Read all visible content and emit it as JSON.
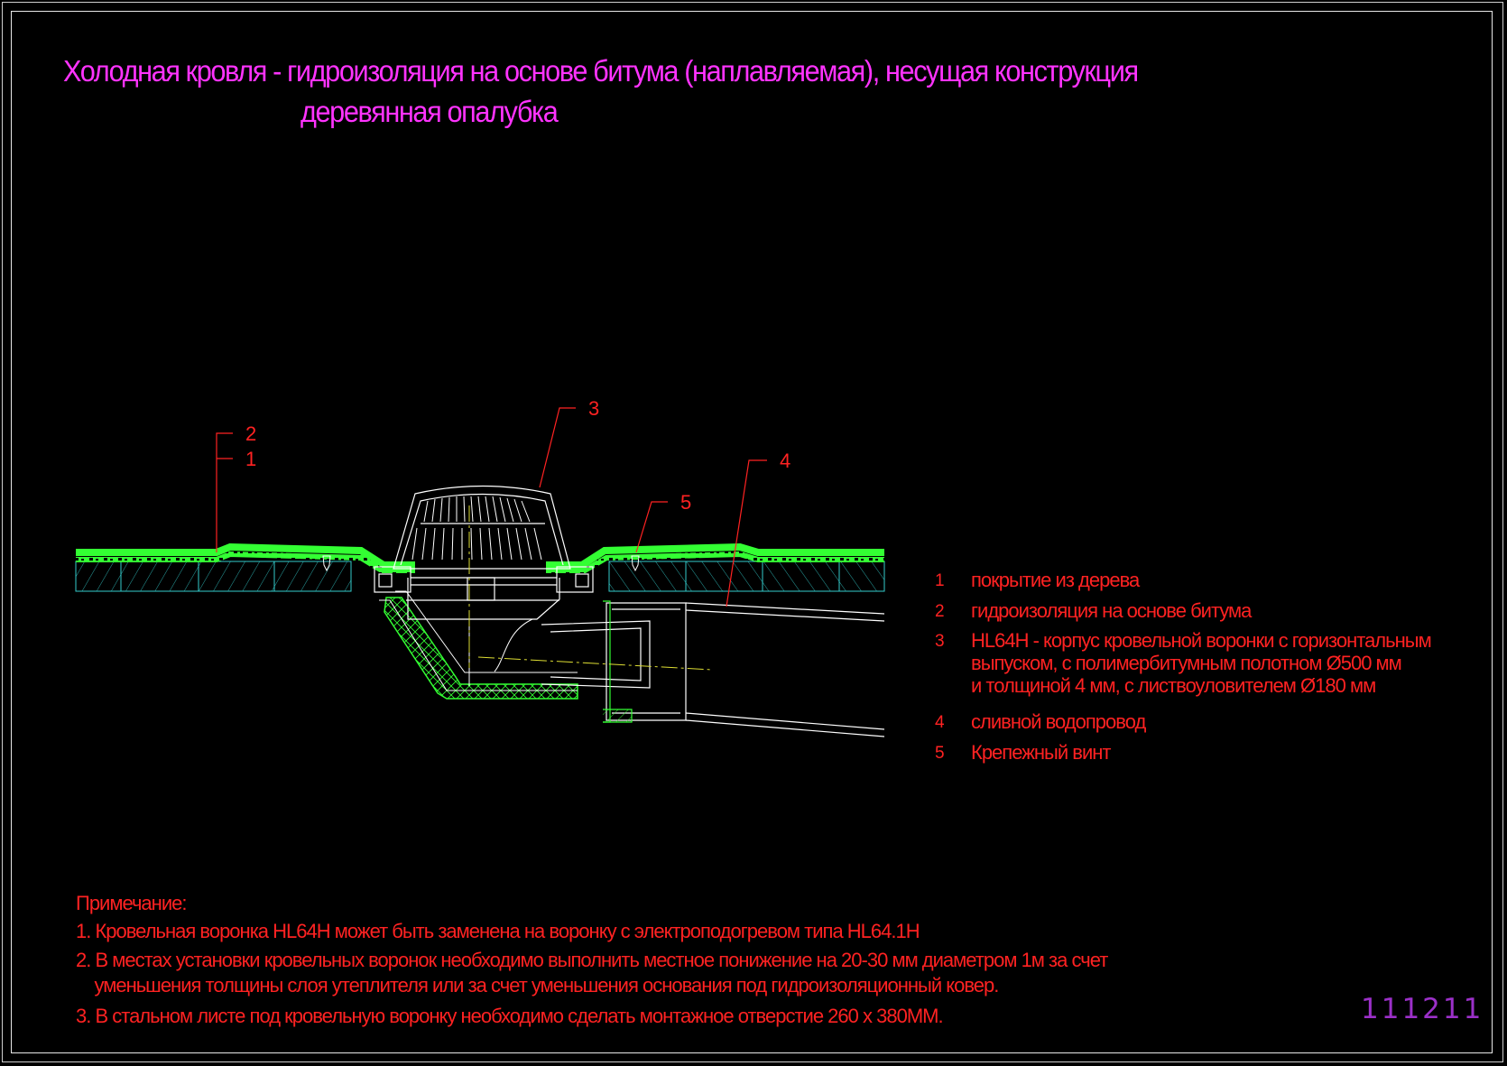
{
  "title": {
    "line1": "Холодная кровля - гидроизоляция на основе битума (наплавляемая), несущая конструкция",
    "line2": "деревянная опалубка"
  },
  "callouts": [
    "2",
    "1",
    "3",
    "4",
    "5"
  ],
  "legend": [
    {
      "num": "1",
      "lines": [
        "покрытие из дерева"
      ]
    },
    {
      "num": "2",
      "lines": [
        "гидроизоляция на основе битума"
      ]
    },
    {
      "num": "3",
      "lines": [
        "HL64H - корпус кровельной воронки с горизонтальным",
        "выпуском, с полимербитумным полотном Ø500 мм",
        "и толщиной 4 мм, с листвоуловителем Ø180 мм"
      ]
    },
    {
      "num": "4",
      "lines": [
        "сливной водопровод"
      ]
    },
    {
      "num": "5",
      "lines": [
        "Крепежный винт"
      ]
    }
  ],
  "notes": {
    "heading": "Примечание:",
    "items": [
      "1. Кровельная воронка HL64H может быть заменена на воронку с электроподогревом типа HL64.1H",
      "2. В местах установки кровельных воронок необходимо выполнить местное понижение на 20-30 мм диаметром 1м за счет",
      "    уменьшения толщины слоя утеплителя или за счет уменьшения основания под гидроизоляционный ковер.",
      "3. В стальном листе под кровельную воронку необходимо сделать монтажное отверстие  260 х 380ММ."
    ]
  },
  "stamp": "111211",
  "colors": {
    "title": "#ff33ff",
    "text": "#ff2222",
    "membrane": "#33ff33",
    "wood": "#33cccc",
    "drawing": "#ffffff",
    "axis": "#dddd33"
  }
}
